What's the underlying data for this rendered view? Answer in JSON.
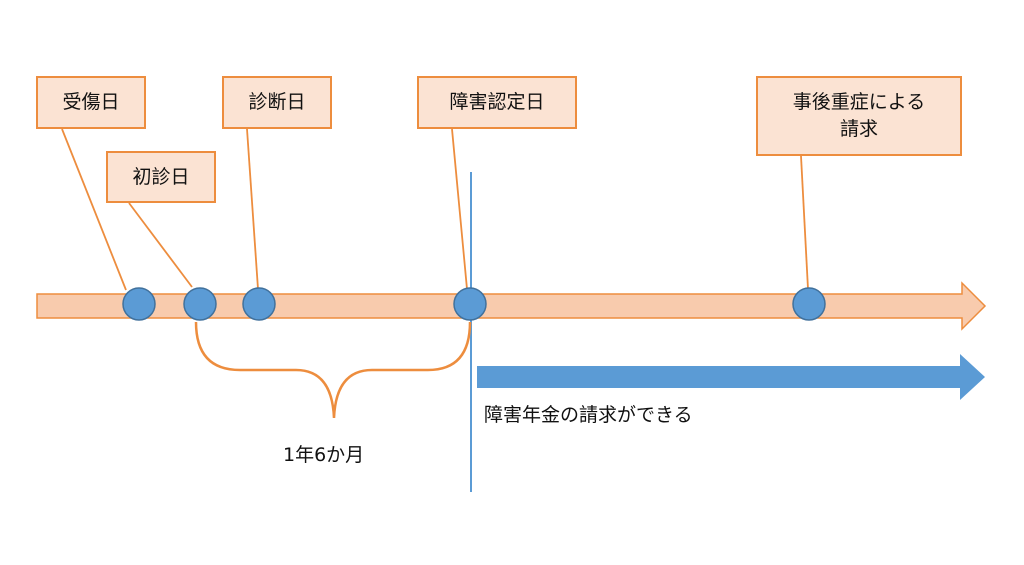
{
  "labels": {
    "injury_day": "受傷日",
    "first_visit_day": "初診日",
    "diagnosis_day": "診断日",
    "disability_certification_day": "障害認定日",
    "post_severity_claim_line1": "事後重症による",
    "post_severity_claim_line2": "請求"
  },
  "period_label": "1年6か月",
  "pension_claim_label": "障害年金の請求ができる",
  "colors": {
    "timeline_fill": "#f8cbad",
    "timeline_stroke": "#ed8d3e",
    "event_dot": "#5b9bd5",
    "event_dot_stroke": "#41719c",
    "label_fill": "#fbe3d3",
    "label_border": "#ed8d3e",
    "connector_line": "#ed8d3e",
    "brace": "#ed8d3e",
    "claim_arrow": "#5b9bd5",
    "certification_line": "#5b9bd5"
  }
}
